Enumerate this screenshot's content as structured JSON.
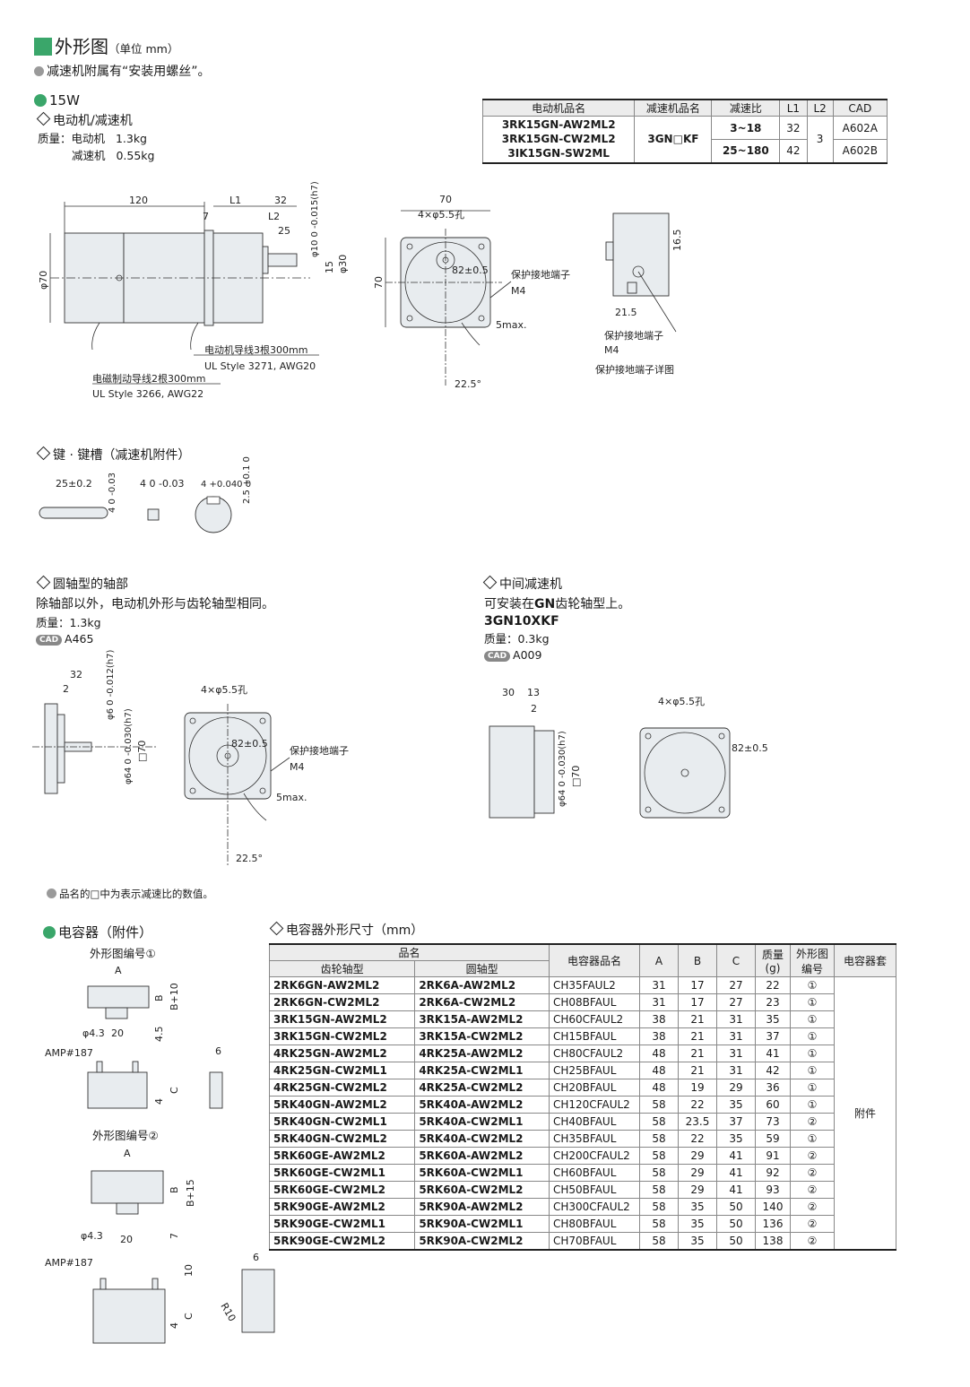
{
  "header": {
    "title": "外形图",
    "unit": "（单位 mm）",
    "note": "减速机附属有“安装用螺丝”。"
  },
  "section15w": {
    "title": "15W",
    "sub": "电动机/减速机",
    "mass_label": "质量：电动机",
    "mass_motor": "1.3kg",
    "mass_gear_label": "减速机",
    "mass_gear": "0.55kg"
  },
  "motor_table": {
    "headers": [
      "电动机品名",
      "减速机品名",
      "减速比",
      "L1",
      "L2",
      "CAD"
    ],
    "motors": [
      "3RK15GN-AW2ML2",
      "3RK15GN-CW2ML2",
      "3IK15GN-SW2ML"
    ],
    "gearhead": "3GN□KF",
    "rows": [
      {
        "ratio": "3~18",
        "l1": "32",
        "cad": "A602A"
      },
      {
        "ratio": "25~180",
        "l1": "42",
        "cad": "A602B"
      }
    ],
    "l2": "3"
  },
  "drawing1": {
    "dims": [
      "120",
      "L1",
      "32",
      "7",
      "L2",
      "25",
      "φ10 0 -0.015(h7)",
      "15",
      "φ30",
      "φ70"
    ],
    "lead1": "电动机导线3根300mm",
    "lead1_spec": "UL Style 3271, AWG20",
    "lead2": "电磁制动导线2根300mm",
    "lead2_spec": "UL Style 3266, AWG22"
  },
  "drawing2": {
    "dims": [
      "70",
      "4×φ5.5孔",
      "82±0.5",
      "70",
      "5max.",
      "22.5°"
    ],
    "ground": "保护接地端子",
    "m4": "M4"
  },
  "drawing3": {
    "dims": [
      "16.5",
      "21.5"
    ],
    "ground": "保护接地端子",
    "m4": "M4",
    "caption": "保护接地端子详图"
  },
  "key": {
    "title": "键 · 键槽（减速机附件）",
    "dims": [
      "25±0.2",
      "4 0 -0.03",
      "4 0 -0.03",
      "4 +0.040 0",
      "2.5 +0.1 0"
    ]
  },
  "round": {
    "title": "圆轴型的轴部",
    "desc": "除轴部以外，电动机外形与齿轮轴型相同。",
    "mass": "质量：1.3kg",
    "cad_label": "CAD",
    "cad": "A465",
    "dims": [
      "32",
      "2",
      "φ6 0 -0.012(h7)",
      "φ64 0 -0.030(h7)",
      "□70",
      "4×φ5.5孔",
      "82±0.5",
      "5max.",
      "22.5°"
    ],
    "ground": "保护接地端子",
    "m4": "M4"
  },
  "mid": {
    "title": "中间减速机",
    "desc_pre": "可安装在",
    "desc_bold": "GN",
    "desc_post": "齿轮轴型上。",
    "model": "3GN10XKF",
    "mass": "质量：0.3kg",
    "cad_label": "CAD",
    "cad": "A009",
    "dims": [
      "30",
      "13",
      "2",
      "φ64 0 -0.030(h7)",
      "□70",
      "4×φ5.5孔",
      "82±0.5"
    ]
  },
  "footnote": "品名的□中为表示减速比的数值。",
  "capacitor": {
    "title": "电容器（附件）",
    "fig1": "外形图编号①",
    "fig2": "外形图编号②",
    "dims1": [
      "A",
      "B",
      "B+10",
      "φ4.3",
      "20",
      "4.5",
      "AMP#187",
      "6",
      "4",
      "C"
    ],
    "dims2": [
      "A",
      "B",
      "B+15",
      "φ4.3",
      "20",
      "7",
      "AMP#187",
      "6",
      "10",
      "4",
      "C",
      "R10"
    ]
  },
  "cap_table": {
    "title": "电容器外形尺寸（mm）",
    "h_name": "品名",
    "h_gear": "齿轮轴型",
    "h_round": "圆轴型",
    "h_cap": "电容器品名",
    "h_a": "A",
    "h_b": "B",
    "h_c": "C",
    "h_mass": "质量(g)",
    "h_fig": "外形图编号",
    "h_set": "电容器套",
    "set_value": "附件",
    "rows": [
      [
        "2RK6GN-AW2ML2",
        "2RK6A-AW2ML2",
        "CH35FAUL2",
        "31",
        "17",
        "27",
        "22",
        "①"
      ],
      [
        "2RK6GN-CW2ML2",
        "2RK6A-CW2ML2",
        "CH08BFAUL",
        "31",
        "17",
        "27",
        "23",
        "①"
      ],
      [
        "3RK15GN-AW2ML2",
        "3RK15A-AW2ML2",
        "CH60CFAUL2",
        "38",
        "21",
        "31",
        "35",
        "①"
      ],
      [
        "3RK15GN-CW2ML2",
        "3RK15A-CW2ML2",
        "CH15BFAUL",
        "38",
        "21",
        "31",
        "37",
        "①"
      ],
      [
        "4RK25GN-AW2ML2",
        "4RK25A-AW2ML2",
        "CH80CFAUL2",
        "48",
        "21",
        "31",
        "41",
        "①"
      ],
      [
        "4RK25GN-CW2ML1",
        "4RK25A-CW2ML1",
        "CH25BFAUL",
        "48",
        "21",
        "31",
        "42",
        "①"
      ],
      [
        "4RK25GN-CW2ML2",
        "4RK25A-CW2ML2",
        "CH20BFAUL",
        "48",
        "19",
        "29",
        "36",
        "①"
      ],
      [
        "5RK40GN-AW2ML2",
        "5RK40A-AW2ML2",
        "CH120CFAUL2",
        "58",
        "22",
        "35",
        "60",
        "①"
      ],
      [
        "5RK40GN-CW2ML1",
        "5RK40A-CW2ML1",
        "CH40BFAUL",
        "58",
        "23.5",
        "37",
        "73",
        "②"
      ],
      [
        "5RK40GN-CW2ML2",
        "5RK40A-CW2ML2",
        "CH35BFAUL",
        "58",
        "22",
        "35",
        "59",
        "①"
      ],
      [
        "5RK60GE-AW2ML2",
        "5RK60A-AW2ML2",
        "CH200CFAUL2",
        "58",
        "29",
        "41",
        "91",
        "②"
      ],
      [
        "5RK60GE-CW2ML1",
        "5RK60A-CW2ML1",
        "CH60BFAUL",
        "58",
        "29",
        "41",
        "92",
        "②"
      ],
      [
        "5RK60GE-CW2ML2",
        "5RK60A-CW2ML2",
        "CH50BFAUL",
        "58",
        "29",
        "41",
        "93",
        "②"
      ],
      [
        "5RK90GE-AW2ML2",
        "5RK90A-AW2ML2",
        "CH300CFAUL2",
        "58",
        "35",
        "50",
        "140",
        "②"
      ],
      [
        "5RK90GE-CW2ML1",
        "5RK90A-CW2ML1",
        "CH80BFAUL",
        "58",
        "35",
        "50",
        "136",
        "②"
      ],
      [
        "5RK90GE-CW2ML2",
        "5RK90A-CW2ML2",
        "CH70BFAUL",
        "58",
        "35",
        "50",
        "138",
        "②"
      ]
    ]
  },
  "colors": {
    "accent": "#3aa66a",
    "part_fill": "#e8ecef"
  }
}
